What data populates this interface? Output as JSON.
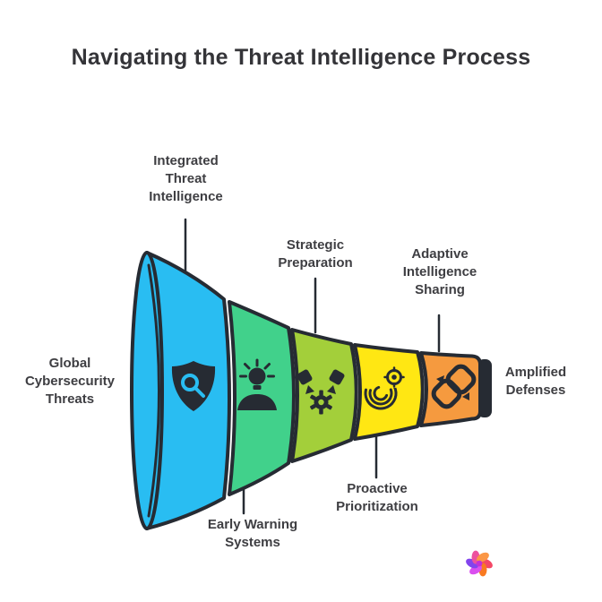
{
  "title": "Navigating the Threat Intelligence Process",
  "colors": {
    "background": "#ffffff",
    "outline": "#262b33",
    "icon": "#262b33",
    "text": "#3e3e42",
    "title_text": "#343438",
    "stage_blue": "#29bdf2",
    "stage_green": "#41d18b",
    "stage_lime": "#a3cf3a",
    "stage_yellow": "#ffe713",
    "stage_orange": "#f59a3f"
  },
  "funnel": {
    "stages": [
      {
        "id": "threat-detection",
        "icon": "shield-search-icon",
        "color": "#29bdf2"
      },
      {
        "id": "threat-analysis",
        "icon": "analyst-idea-icon",
        "color": "#41d18b"
      },
      {
        "id": "threat-processing",
        "icon": "collaboration-gear-icon",
        "color": "#a3cf3a"
      },
      {
        "id": "threat-targeting",
        "icon": "fingerprint-target-icon",
        "color": "#ffe713"
      },
      {
        "id": "threat-integration",
        "icon": "linked-chain-icon",
        "color": "#f59a3f"
      }
    ]
  },
  "labels": {
    "top_left": {
      "lines": [
        "Integrated",
        "Threat",
        "Intelligence"
      ]
    },
    "left": {
      "lines": [
        "Global",
        "Cybersecurity",
        "Threats"
      ]
    },
    "top_middle": {
      "lines": [
        "Strategic",
        "Preparation"
      ]
    },
    "top_right": {
      "lines": [
        "Adaptive",
        "Intelligence",
        "Sharing"
      ]
    },
    "bottom_left": {
      "lines": [
        "Early Warning",
        "Systems"
      ]
    },
    "bottom_middle": {
      "lines": [
        "Proactive",
        "Prioritization"
      ]
    },
    "right": {
      "lines": [
        "Amplified",
        "Defenses"
      ]
    }
  },
  "logo": {
    "name": "brand-pinwheel-logo"
  }
}
